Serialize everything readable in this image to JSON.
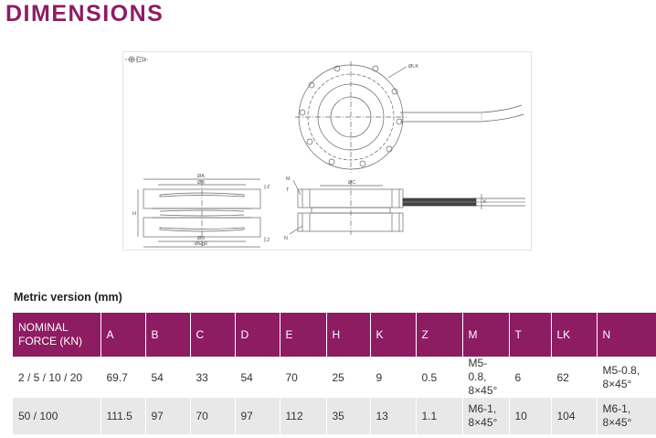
{
  "page": {
    "title": "DIMENSIONS"
  },
  "drawing": {
    "labels": {
      "dia_a": "ØA",
      "dia_b": "ØB",
      "dia_d": "ØD",
      "dia_e": "ØEg6",
      "dia_c": "ØC",
      "dia_lk": "ØLK",
      "h": "H",
      "z": "Z",
      "m": "M",
      "n": "N",
      "k": "K",
      "t": "T"
    }
  },
  "table": {
    "caption": "Metric version (mm)",
    "headers": [
      "NOMINAL\nFORCE (KN)",
      "A",
      "B",
      "C",
      "D",
      "E",
      "H",
      "K",
      "Z",
      "M",
      "T",
      "LK",
      "N"
    ],
    "rows": [
      [
        "2 / 5 / 10 / 20",
        "69.7",
        "54",
        "33",
        "54",
        "70",
        "25",
        "9",
        "0.5",
        "M5-0.8,\n8×45°",
        "6",
        "62",
        "M5-0.8,\n8×45°"
      ],
      [
        "50 / 100",
        "111.5",
        "97",
        "70",
        "97",
        "112",
        "35",
        "13",
        "1.1",
        "M6-1,\n8×45°",
        "10",
        "104",
        "M6-1,\n8×45°"
      ]
    ]
  }
}
